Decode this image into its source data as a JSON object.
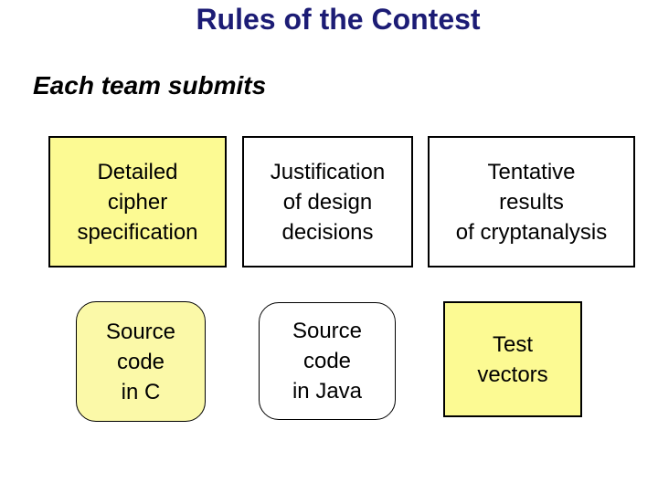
{
  "slide": {
    "title": "Rules of the Contest",
    "subtitle": "Each team submits",
    "colors": {
      "title_text": "#1c1c75",
      "yellow_fill": "#fcfa93",
      "light_yellow_fill": "#fbf9a8",
      "white_fill": "#ffffff",
      "box_border": "#000000"
    },
    "boxes": [
      {
        "id": "detailed-cipher-specification",
        "fill": "#fcfa93",
        "shape": "rect",
        "lines": [
          "Detailed",
          "cipher",
          "specification"
        ]
      },
      {
        "id": "justification-of-design-decisions",
        "fill": "#ffffff",
        "shape": "rect",
        "lines": [
          "Justification",
          "of design",
          "decisions"
        ]
      },
      {
        "id": "tentative-results-of-cryptanalysis",
        "fill": "#ffffff",
        "shape": "rect",
        "lines": [
          "Tentative",
          "results",
          "of cryptanalysis"
        ]
      },
      {
        "id": "source-code-in-c",
        "fill": "#fbf9a8",
        "shape": "rounded",
        "lines": [
          "Source",
          "code",
          "in C"
        ]
      },
      {
        "id": "source-code-in-java",
        "fill": "#ffffff",
        "shape": "rounded",
        "lines": [
          "Source",
          "code",
          "in Java"
        ]
      },
      {
        "id": "test-vectors",
        "fill": "#fcfa93",
        "shape": "rect",
        "lines": [
          "Test",
          "vectors"
        ]
      }
    ]
  }
}
